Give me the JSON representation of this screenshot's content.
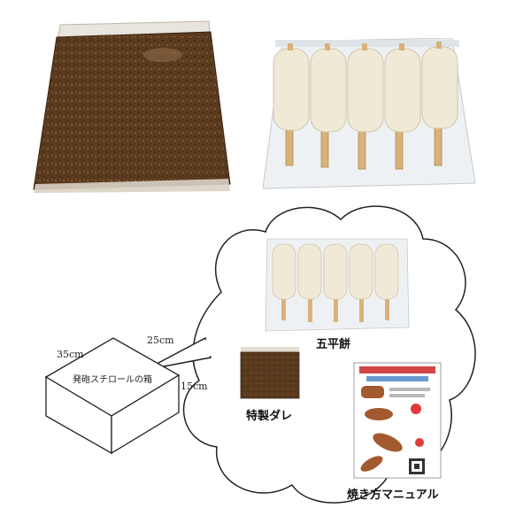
{
  "box": {
    "label": "発砲スチロールの箱",
    "dim_length": "35cm",
    "dim_width": "25cm",
    "dim_height": "15cm"
  },
  "contents": {
    "mochi_label": "五平餅",
    "sauce_label": "特製ダレ",
    "manual_label": "焼き方マニュアル"
  },
  "colors": {
    "sauce_brown": "#5a3a1e",
    "mochi_white": "#efe9d6",
    "stick_tan": "#d9b27a",
    "outline": "#333333"
  }
}
